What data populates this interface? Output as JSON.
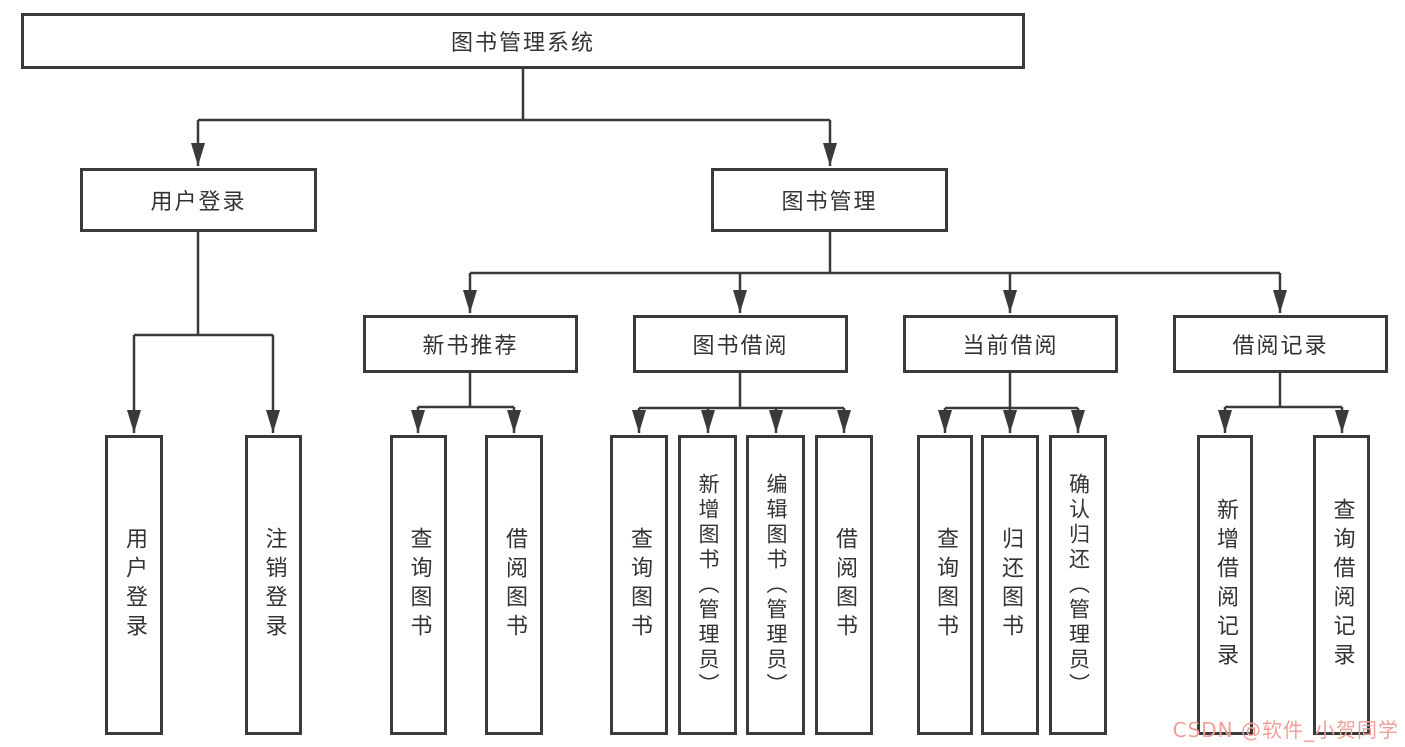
{
  "root": {
    "label": "图书管理系统"
  },
  "branches": [
    {
      "label": "用户登录",
      "children": [
        {
          "label": "用户登录"
        },
        {
          "label": "注销登录"
        }
      ]
    },
    {
      "label": "图书管理",
      "groups": [
        {
          "label": "新书推荐",
          "children": [
            {
              "label": "查询图书"
            },
            {
              "label": "借阅图书"
            }
          ]
        },
        {
          "label": "图书借阅",
          "children": [
            {
              "label": "查询图书"
            },
            {
              "label": "新增图书（管理员）"
            },
            {
              "label": "编辑图书（管理员）"
            },
            {
              "label": "借阅图书"
            }
          ]
        },
        {
          "label": "当前借阅",
          "children": [
            {
              "label": "查询图书"
            },
            {
              "label": "归还图书"
            },
            {
              "label": "确认归还（管理员）"
            }
          ]
        },
        {
          "label": "借阅记录",
          "children": [
            {
              "label": "新增借阅记录"
            },
            {
              "label": "查询借阅记录"
            }
          ]
        }
      ]
    }
  ],
  "watermark": {
    "text": "CSDN @软件_小贺同学"
  },
  "colors": {
    "line": "#3a3a3a",
    "box_border": "#3a3a3a",
    "text": "#333333",
    "background": "#ffffff",
    "watermark": "#efa09b"
  }
}
